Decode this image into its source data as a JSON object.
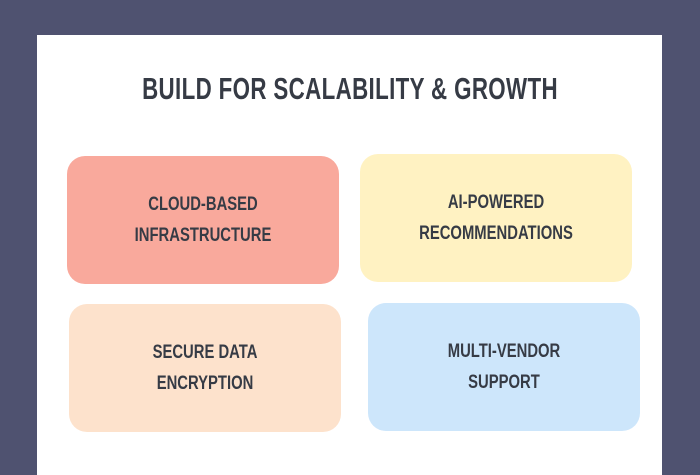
{
  "title": "BUILD FOR SCALABILITY & GROWTH",
  "cards": [
    {
      "line1": "CLOUD-BASED",
      "line2": "INFRASTRUCTURE",
      "color": "#f9a99c"
    },
    {
      "line1": "AI-POWERED",
      "line2": "RECOMMENDATIONS",
      "color": "#fff2c2"
    },
    {
      "line1": "SECURE DATA",
      "line2": "ENCRYPTION",
      "color": "#fde2cc"
    },
    {
      "line1": "MULTI-VENDOR",
      "line2": "SUPPORT",
      "color": "#cde6fb"
    }
  ]
}
